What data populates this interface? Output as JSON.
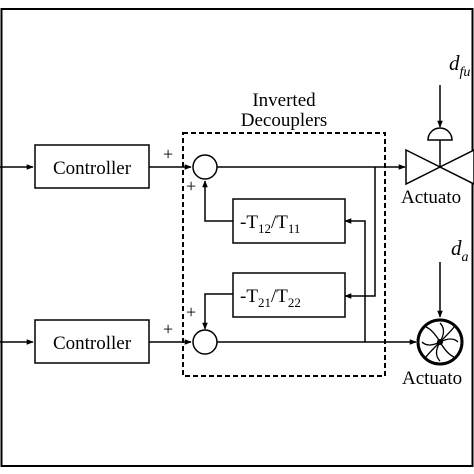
{
  "diagram": {
    "group_label_line1": "Inverted",
    "group_label_line2": "Decouplers",
    "controller_top": "Controller",
    "controller_bottom": "Controller",
    "decoupler_top_prefix": "-T",
    "decoupler_top_sub1": "12",
    "decoupler_top_slash": "/T",
    "decoupler_top_sub2": "11",
    "decoupler_bottom_prefix": "-T",
    "decoupler_bottom_sub1": "21",
    "decoupler_bottom_slash": "/T",
    "decoupler_bottom_sub2": "22",
    "plus": "+",
    "actuator_top": "Actuato",
    "actuator_bottom": "Actuato",
    "disturbance_top_main": "d",
    "disturbance_top_sub": "fu",
    "disturbance_bottom_main": "d",
    "disturbance_bottom_sub": "a"
  }
}
